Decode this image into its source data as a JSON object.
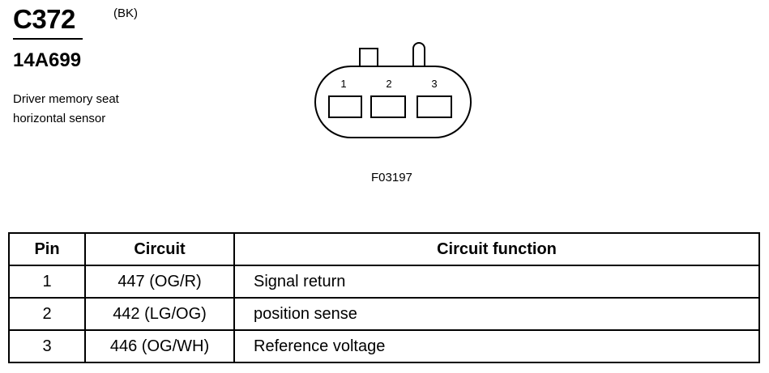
{
  "connector": {
    "id": "C372",
    "color_code": "(BK)",
    "part_number": "14A699",
    "description_lines": [
      "Driver memory seat",
      "horizontal sensor"
    ]
  },
  "figure": {
    "pin_labels": [
      "1",
      "2",
      "3"
    ],
    "figure_code": "F03197"
  },
  "table": {
    "headers": [
      "Pin",
      "Circuit",
      "Circuit function"
    ],
    "rows": [
      {
        "pin": "1",
        "circuit": "447 (OG/R)",
        "function": "Signal return"
      },
      {
        "pin": "2",
        "circuit": "442 (LG/OG)",
        "function": "position sense"
      },
      {
        "pin": "3",
        "circuit": "446 (OG/WH)",
        "function": "Reference voltage"
      }
    ]
  }
}
